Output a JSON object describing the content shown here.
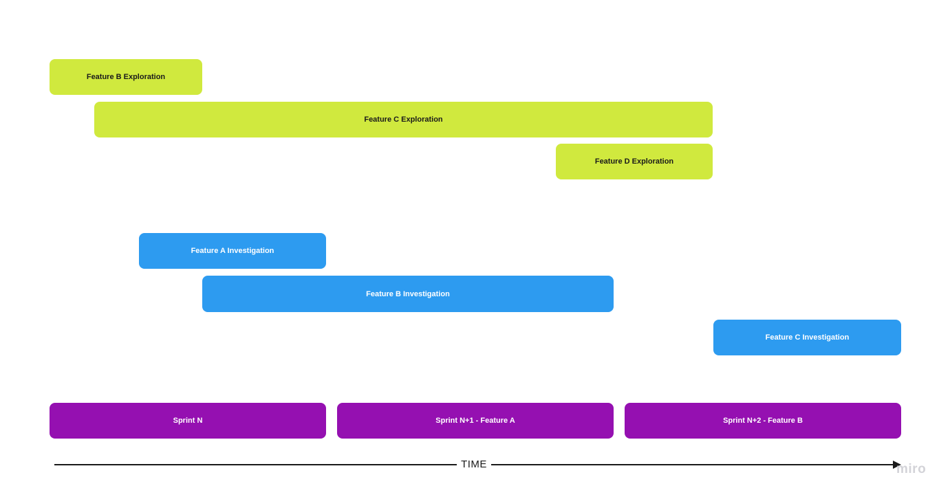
{
  "explorations": [
    {
      "label": "Feature B Exploration"
    },
    {
      "label": "Feature C Exploration"
    },
    {
      "label": "Feature D Exploration"
    }
  ],
  "investigations": [
    {
      "label": "Feature A Investigation"
    },
    {
      "label": "Feature B Investigation"
    },
    {
      "label": "Feature C Investigation"
    }
  ],
  "sprints": [
    {
      "label": "Sprint N"
    },
    {
      "label": "Sprint N+1 - Feature A"
    },
    {
      "label": "Sprint N+2 - Feature B"
    }
  ],
  "timeline": {
    "label": "TIME"
  },
  "brand": {
    "logo_text": "miro"
  },
  "colors": {
    "exploration": "#d0e93e",
    "investigation": "#2d9bf0",
    "sprint": "#9510b1",
    "axis": "#1a1a1a"
  }
}
